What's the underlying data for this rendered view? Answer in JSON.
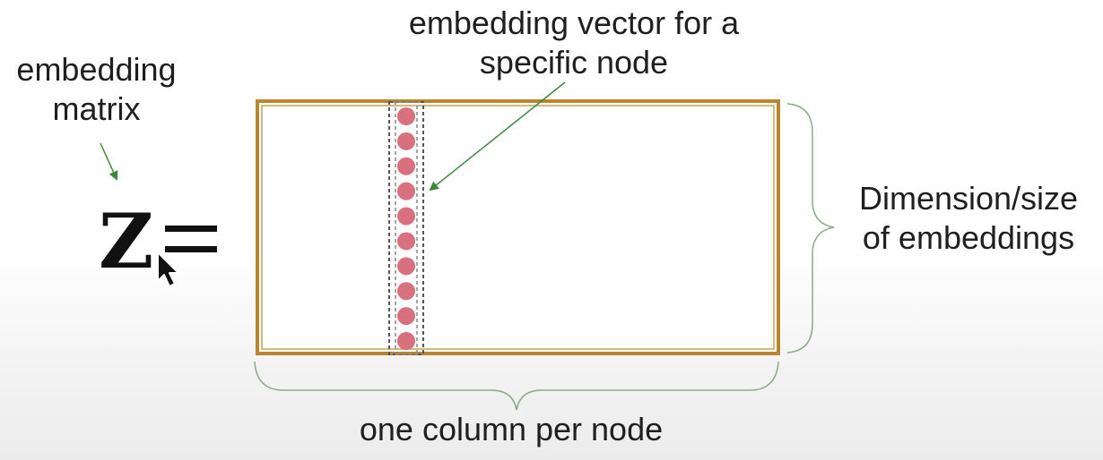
{
  "labels": {
    "embedding_matrix": [
      "embedding",
      "matrix"
    ],
    "embedding_vector": [
      "embedding vector for a",
      "specific node"
    ],
    "dimension": [
      "Dimension/size",
      "of embeddings"
    ],
    "column_per_node": "one column per node"
  },
  "equation": {
    "symbol": "Z"
  },
  "vector": {
    "dot_count": 10
  },
  "colors": {
    "matrix_border": "#b8862f",
    "dot_fill": "#d9707e",
    "dashed_outline": "#555555",
    "arrow": "#3b8a3b",
    "brace": "#8aaa86"
  },
  "icons": {
    "cursor": "mouse-pointer-icon"
  }
}
